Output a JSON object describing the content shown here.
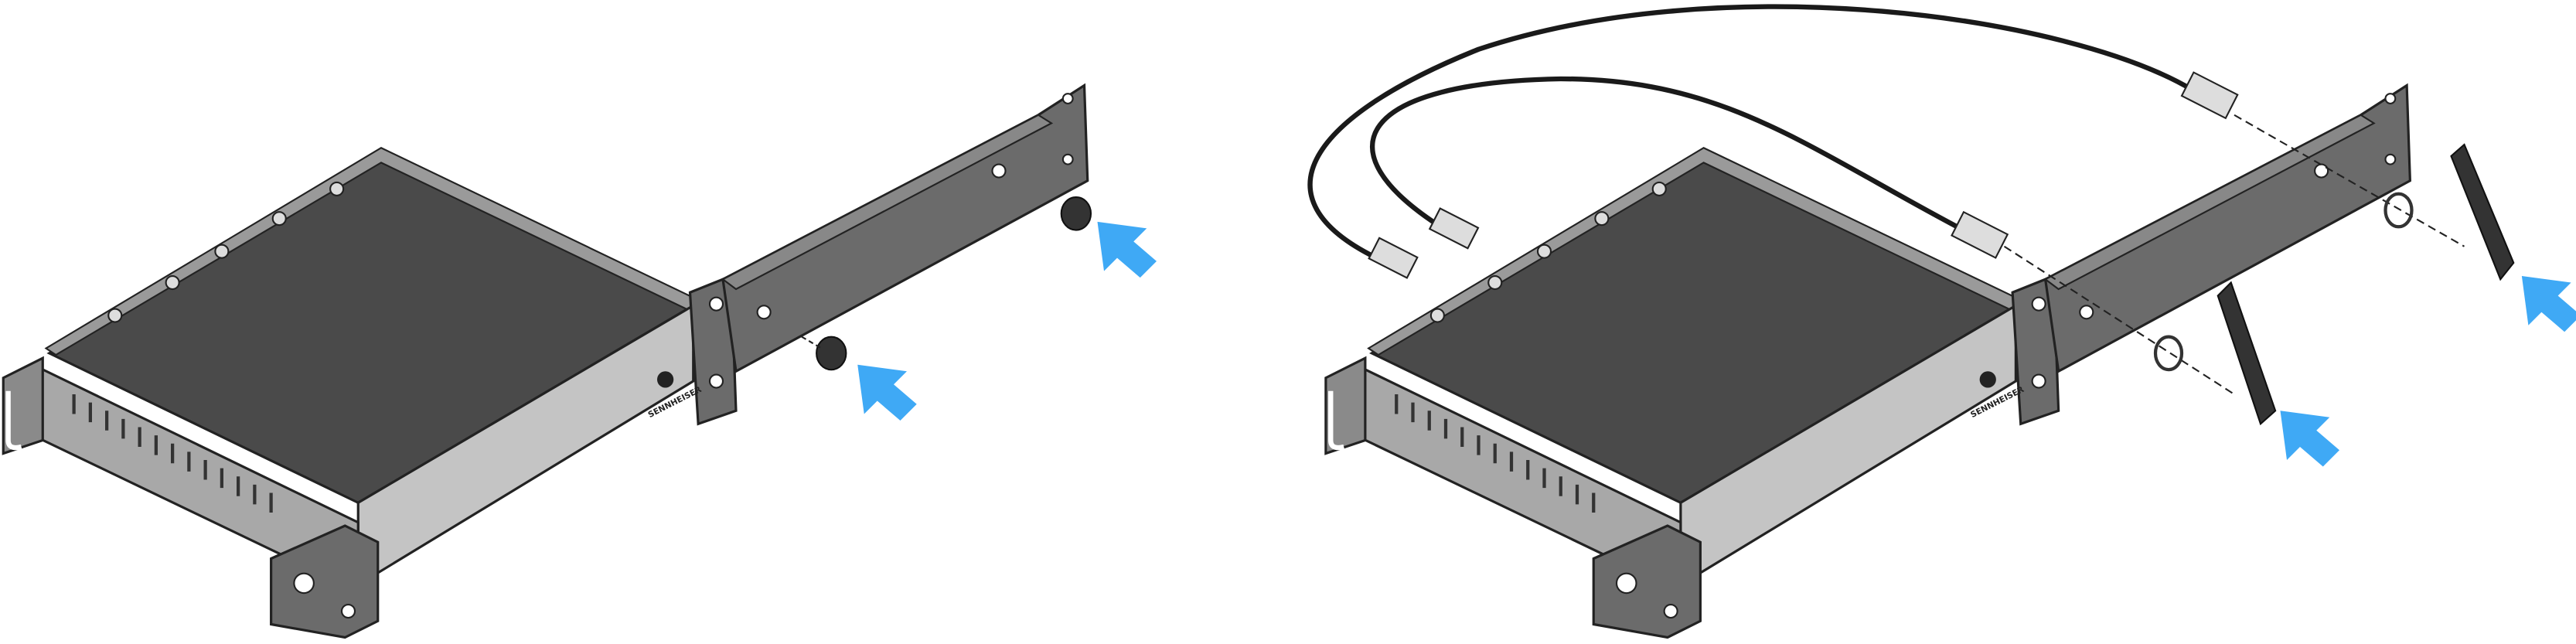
{
  "figure": {
    "panels": [
      {
        "step": "mount-rack-bracket-with-plugs"
      },
      {
        "step": "connect-antenna-cables-and-antennas"
      }
    ],
    "device_logo": "SENNHEISER",
    "colors": {
      "arrow": "#3fa9f5",
      "device_top": "#4a4a4a",
      "device_side": "#bdbdbd",
      "bracket": "#6b6b6b",
      "cable": "#1a1a1a",
      "outline": "#222222"
    }
  }
}
